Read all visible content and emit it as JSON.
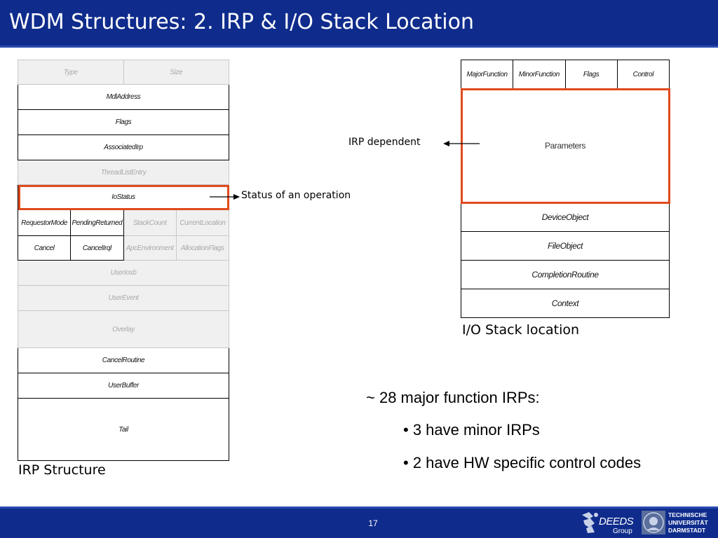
{
  "title": "WDM Structures: 2. IRP & I/O Stack Location",
  "irp": {
    "rows": [
      [
        "Type",
        "Size"
      ],
      [
        "MdlAddress"
      ],
      [
        "Flags"
      ],
      [
        "AssociatedIrp"
      ],
      [
        "ThreadListEntry"
      ],
      [
        "IoStatus"
      ],
      [
        "RequestorMode",
        "PendingReturned",
        "StackCount",
        "CurrentLocation"
      ],
      [
        "Cancel",
        "CancelIrql",
        "ApcEnvironment",
        "AllocationFlags"
      ],
      [
        "UserIosb"
      ],
      [
        "UserEvent"
      ],
      [
        "Overlay"
      ],
      [
        "CancelRoutine"
      ],
      [
        "UserBuffer"
      ],
      [
        "Tail"
      ]
    ],
    "caption": "IRP Structure"
  },
  "io_stack": {
    "header": [
      "MajorFunction",
      "MinorFunction",
      "Flags",
      "Control"
    ],
    "parameters": "Parameters",
    "rows": [
      "DeviceObject",
      "FileObject",
      "CompletionRoutine",
      "Context"
    ],
    "caption": "I/O Stack location"
  },
  "annotations": {
    "status": "Status of an operation",
    "irp_dependent": "IRP dependent"
  },
  "bullets": [
    "~ 28 major function IRPs:",
    "• 3 have minor IRPs",
    "• 2 have HW specific control codes"
  ],
  "footer": {
    "page": "17",
    "logo_deeds": "DEEDS Group",
    "logo_tu": "TECHNISCHE UNIVERSITÄT DARMSTADT"
  },
  "colors": {
    "header_bg": "#0f2c8c",
    "highlight": "#e04a1c"
  }
}
